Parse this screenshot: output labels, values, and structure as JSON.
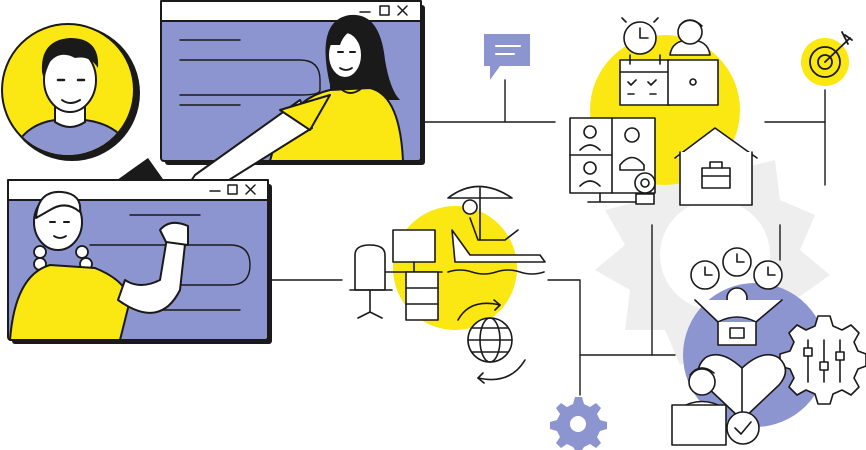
{
  "illustration": {
    "theme": "remote-work",
    "palette": {
      "yellow": "#FBE711",
      "periwinkle": "#8C95CF",
      "gear_grey": "#EEEEEE",
      "outline": "#1A1A1A",
      "paper": "#FFFFFF"
    },
    "windows": [
      {
        "name": "video-call-window-woman",
        "controls": [
          "minimize-icon",
          "maximize-icon",
          "close-icon"
        ]
      },
      {
        "name": "video-call-window-girl",
        "controls": [
          "minimize-icon",
          "maximize-icon",
          "close-icon"
        ]
      }
    ],
    "icons": [
      "man-avatar",
      "woman-avatar",
      "girl-avatar",
      "document-icon",
      "chat-bubble-icon",
      "target-icon",
      "clock-icon",
      "calendar-icon",
      "laptop-icon",
      "video-conference-icon",
      "webcam-icon",
      "home-office-icon",
      "briefcase-icon",
      "beach-umbrella-icon",
      "sunbed-person-icon",
      "office-chair-icon",
      "desk-icon",
      "globe-sync-icon",
      "settings-gear-icon",
      "happy-person-icon",
      "sliders-gear-icon",
      "heart-check-icon"
    ]
  }
}
